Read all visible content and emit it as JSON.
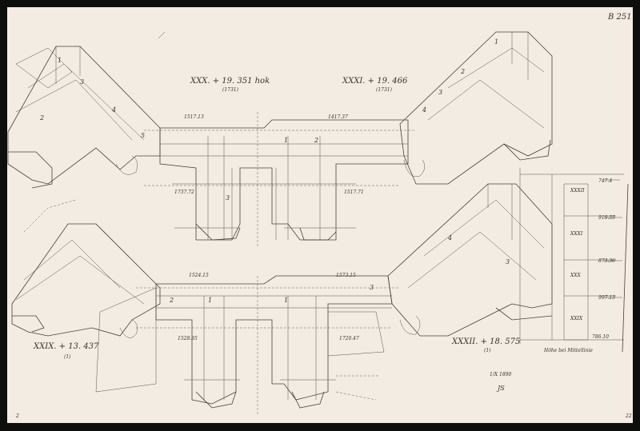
{
  "sheet": {
    "catalog_mark": "B 251",
    "corner_mark": "2",
    "corner_mark_right": "22"
  },
  "sections": [
    {
      "id": "XXX",
      "label": "XXX. + 19. 351 hok",
      "note": "(1731)"
    },
    {
      "id": "XXXI",
      "label": "XXXI. + 19. 466",
      "note": "(1731)"
    },
    {
      "id": "XXIX",
      "label": "XXIX. + 13. 437",
      "note": "(1)"
    },
    {
      "id": "XXXII",
      "label": "XXXII. + 18. 575",
      "note": "(1)"
    }
  ],
  "dimensions": {
    "upper_left": "1517.13",
    "upper_right": "1417.37",
    "upper_center_left": "1737.72",
    "upper_center_right": "1517.71",
    "lower_left": "1524.15",
    "lower_right": "1573.15",
    "lower_center_left": "1528.35",
    "lower_center_right": "1720.47"
  },
  "piece_numbers": [
    "1",
    "2",
    "3",
    "4",
    "5"
  ],
  "scale_table": {
    "rows": [
      {
        "label": "XXXII",
        "value": "747.4"
      },
      {
        "label": "XXXI",
        "value": "919.55"
      },
      {
        "label": "XXX",
        "value": "873.36"
      },
      {
        "label": "XXIX",
        "value": "997.13"
      }
    ],
    "bottom_value": "786.10",
    "caption": "Höhe bei Mittellinie"
  },
  "signature": {
    "fraction": "1/X 1890",
    "monogram": "JS"
  }
}
